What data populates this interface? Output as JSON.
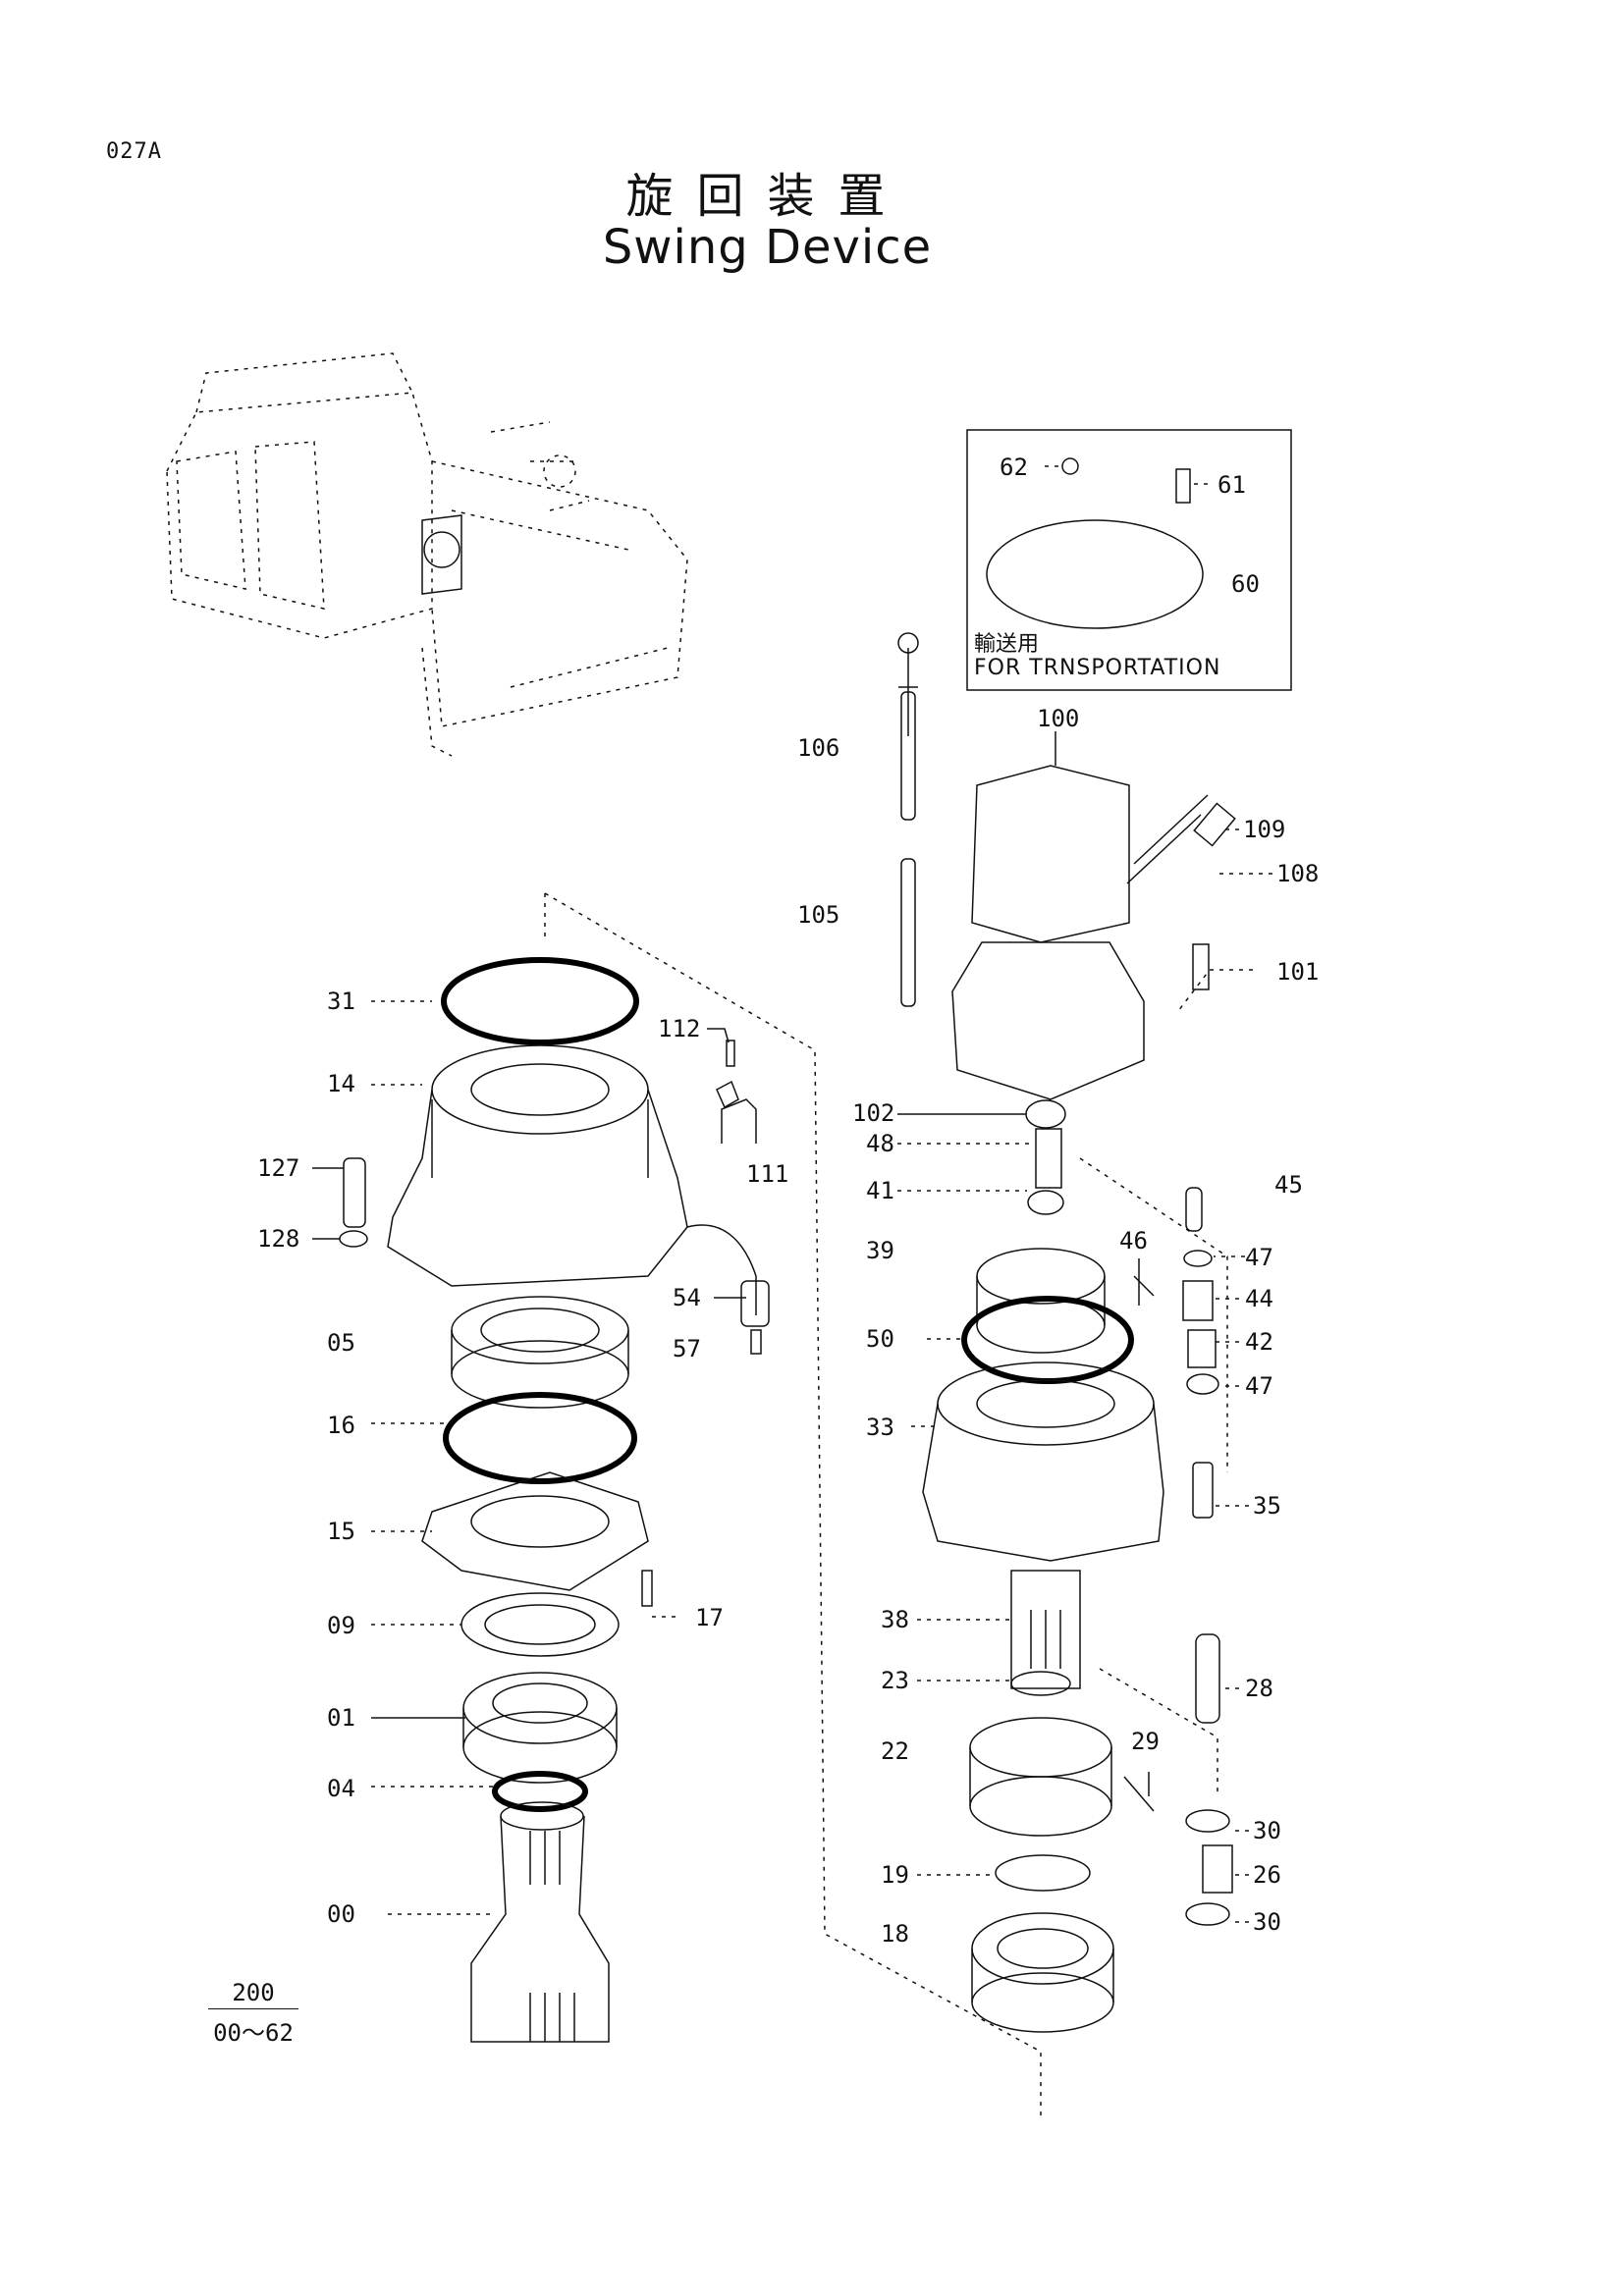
{
  "page_code": "027A",
  "title_jp": "旋回装置",
  "title_en": "Swing Device",
  "transport_box": {
    "note_jp": "輸送用",
    "note_en": "FOR TRNSPORTATION"
  },
  "footer": {
    "group": "200",
    "range": "00～62"
  },
  "part_labels": [
    "31",
    "14",
    "127",
    "128",
    "05",
    "16",
    "15",
    "09",
    "01",
    "04",
    "00",
    "112",
    "111",
    "54",
    "57",
    "17",
    "62",
    "61",
    "60",
    "106",
    "100",
    "109",
    "108",
    "105",
    "101",
    "102",
    "48",
    "41",
    "45",
    "39",
    "46",
    "47",
    "44",
    "50",
    "42",
    "47",
    "33",
    "35",
    "38",
    "23",
    "28",
    "22",
    "29",
    "30",
    "19",
    "26",
    "18",
    "30"
  ]
}
